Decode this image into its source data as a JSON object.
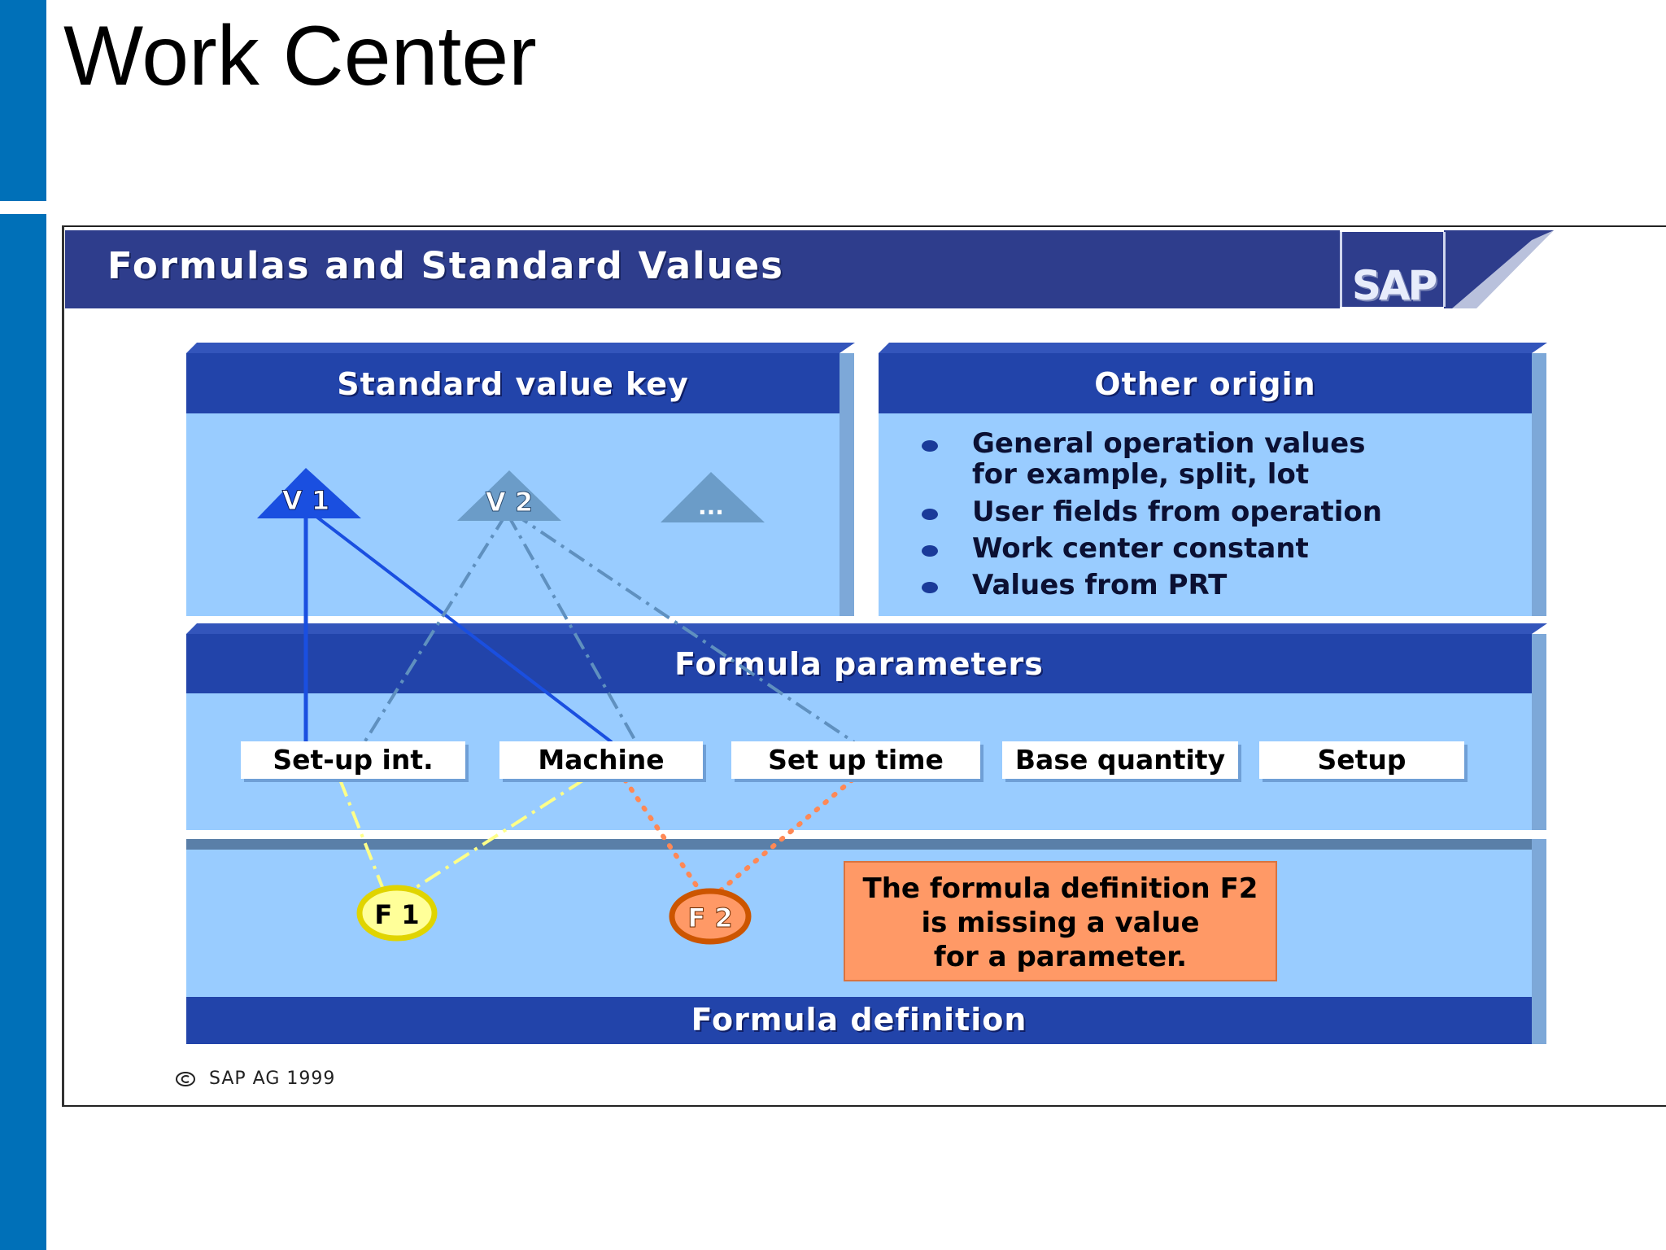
{
  "page": {
    "title": "Work Center"
  },
  "banner": {
    "title": "Formulas and Standard Values",
    "logo": "SAP"
  },
  "standard_value_key": {
    "header": "Standard value key",
    "keys": [
      "V 1",
      "V 2",
      "..."
    ]
  },
  "other_origin": {
    "header": "Other origin",
    "bullets": [
      {
        "line1": "General operation values",
        "line2": "for example, split, lot"
      },
      {
        "line1": "User fields from operation"
      },
      {
        "line1": "Work center constant"
      },
      {
        "line1": "Values from PRT"
      }
    ]
  },
  "formula_parameters": {
    "header": "Formula parameters",
    "params": [
      "Set-up int.",
      "Machine",
      "Set up time",
      "Base quantity",
      "Setup"
    ]
  },
  "formula_definition": {
    "label": "Formula definition",
    "formulas": [
      "F 1",
      "F 2"
    ],
    "note": {
      "line1": "The formula definition F2",
      "line2": "is missing a value",
      "line3": "for a parameter."
    }
  },
  "footer": {
    "copyright": "SAP AG 1999",
    "copyright_icon": "copyright-icon"
  },
  "colors": {
    "sidebar": "#0070b8",
    "banner": "#2e3d8c",
    "header_band": "#2244aa",
    "panel": "#99ccff",
    "v1": "#1a4fe0",
    "v2": "#6b9cc8",
    "f1_fill": "#ffff99",
    "f1_stroke": "#e0d400",
    "f2_fill": "#ff9966",
    "f2_stroke": "#cc5500",
    "note": "#ff9966"
  }
}
